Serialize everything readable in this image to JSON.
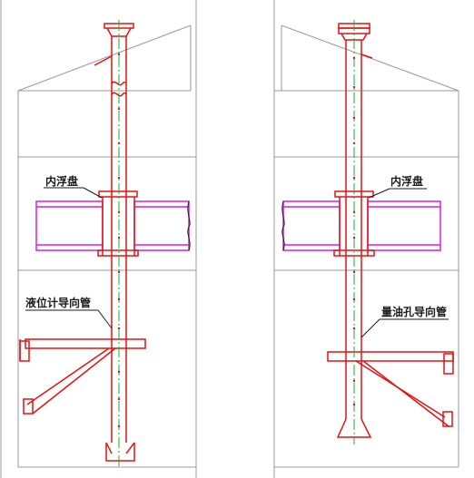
{
  "labels": {
    "left_float": "内浮盘",
    "left_guide": "液位计导向管",
    "right_float": "内浮盘",
    "right_guide": "量油孔导向管"
  },
  "colors": {
    "pipe": "#e01414",
    "float_deck": "#d81ed8",
    "center_line": "#22a822",
    "structure": "#9a9a9a",
    "text": "#1a1a1a"
  }
}
